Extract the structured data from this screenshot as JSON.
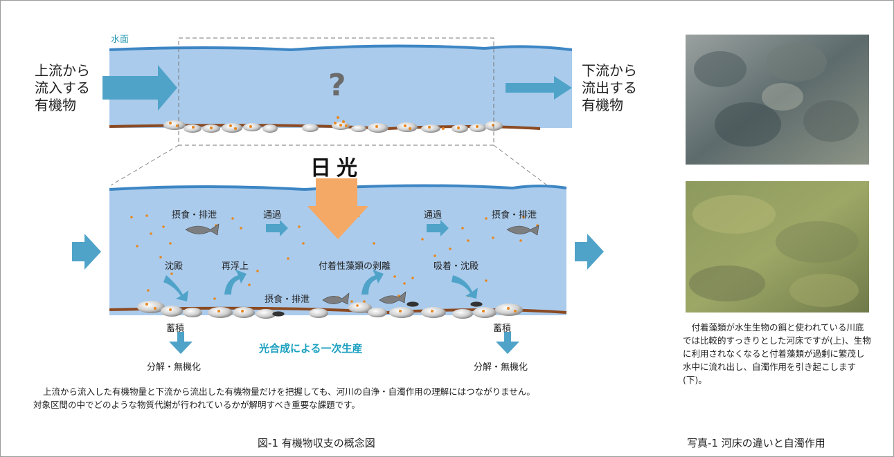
{
  "water_surface_label": "水面",
  "inflow_label": [
    "上流から",
    "流入する",
    "有機物"
  ],
  "outflow_label": [
    "下流から",
    "流出する",
    "有機物"
  ],
  "question_mark": "?",
  "sunlight_label": "日光",
  "processes": {
    "feed_excrete_left": "摂食・排泄",
    "pass_left": "通過",
    "pass_right": "通過",
    "feed_excrete_right": "摂食・排泄",
    "sedimentation": "沈殿",
    "resuspension": "再浮上",
    "algae_detachment": "付着性藻類の剥離",
    "adsorption_sedimentation": "吸着・沈殿",
    "feed_excrete_bottom": "摂食・排泄",
    "accumulation_left": "蓄積",
    "decomposition_left": "分解・無機化",
    "accumulation_right": "蓄積",
    "decomposition_right": "分解・無機化"
  },
  "primary_production": "光合成による一次生産",
  "note_line1": "上流から流入した有機物量と下流から流出した有機物量だけを把握しても、河川の自浄・自濁作用の理解にはつながりません。",
  "note_line2": "対象区間の中でどのような物質代謝が行われているかが解明すべき重要な課題です。",
  "figure_caption": "図-1 有機物収支の概念図",
  "photo_note": "付着藻類が水生生物の餌と使われている川底では比較的すっきりとした河床ですが(上)、生物に利用されなくなると付着藻類が過剰に繁茂し水中に流れ出し、自濁作用を引き起こします(下)。",
  "photo_caption": "写真-1 河床の違いと自濁作用",
  "colors": {
    "water": "#aacbec",
    "surface": "#3d86c4",
    "arrow": "#4fa3c8",
    "riverbed": "#8b4a22",
    "particle": "#e8871e",
    "sun": "#f4a966"
  }
}
